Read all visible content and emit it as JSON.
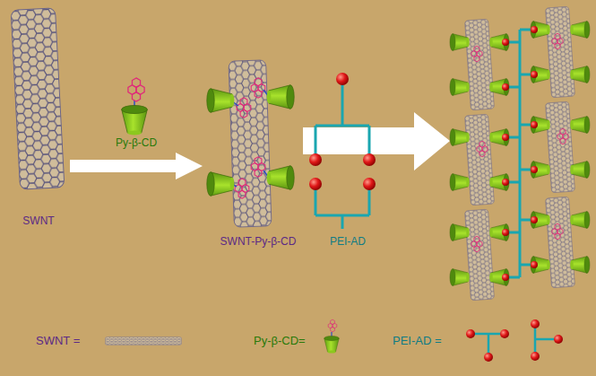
{
  "diagram": {
    "nodes": [
      {
        "text": [
          "SWNT"
        ]
      },
      {
        "text": [
          "SWNT-Py-β-CD"
        ]
      },
      {
        "text": [
          "PEI-AD"
        ]
      }
    ],
    "edges": [
      {
        "from": 0,
        "to": 1,
        "arrow": "to",
        "label": "Py-β-CD"
      }
    ],
    "legend": [
      {
        "text": "SWNT ="
      },
      {
        "text": "Py-β-CD="
      },
      {
        "text": "PEI-AD ="
      }
    ]
  }
}
